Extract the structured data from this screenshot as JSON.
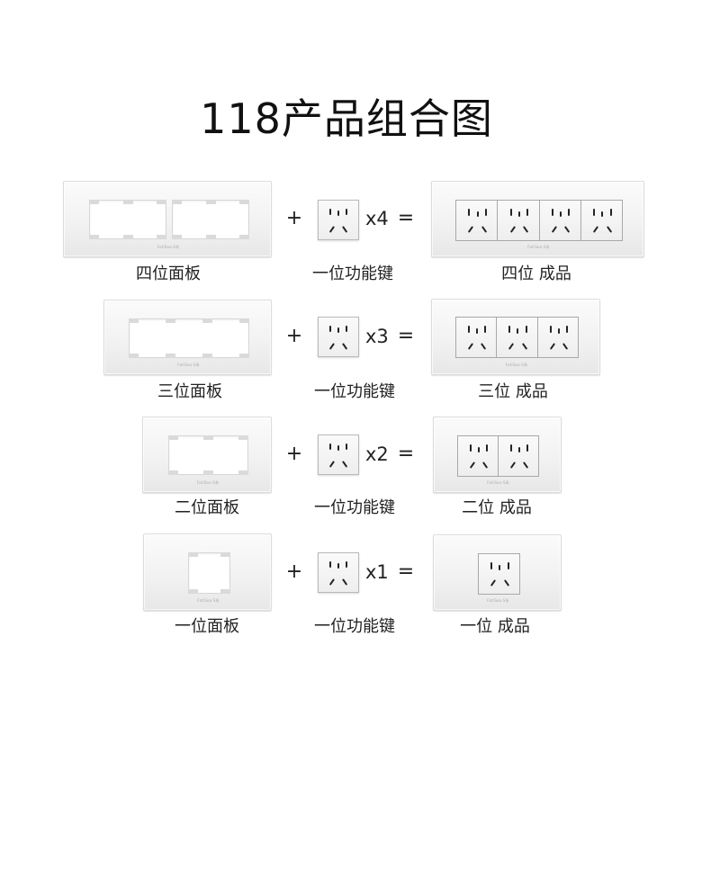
{
  "title": "118产品组合图",
  "brand_mark": "FotiSoo·S系",
  "operators": {
    "plus": "+",
    "equals": "="
  },
  "rows": [
    {
      "panel_label": "四位面板",
      "key_label": "一位功能键",
      "multiplier": "x4",
      "result_label": "四位 成品",
      "positions": 4
    },
    {
      "panel_label": "三位面板",
      "key_label": "一位功能键",
      "multiplier": "x3",
      "result_label": "三位 成品",
      "positions": 3
    },
    {
      "panel_label": "二位面板",
      "key_label": "一位功能键",
      "multiplier": "x2",
      "result_label": "二位 成品",
      "positions": 2
    },
    {
      "panel_label": "一位面板",
      "key_label": "一位功能键",
      "multiplier": "x1",
      "result_label": "一位 成品",
      "positions": 1
    }
  ],
  "colors": {
    "background": "#ffffff",
    "text": "#222222",
    "plate": "#f2f2f2",
    "pin": "#222222"
  },
  "icons": {
    "socket_pins": "five-hole-socket-icon"
  }
}
